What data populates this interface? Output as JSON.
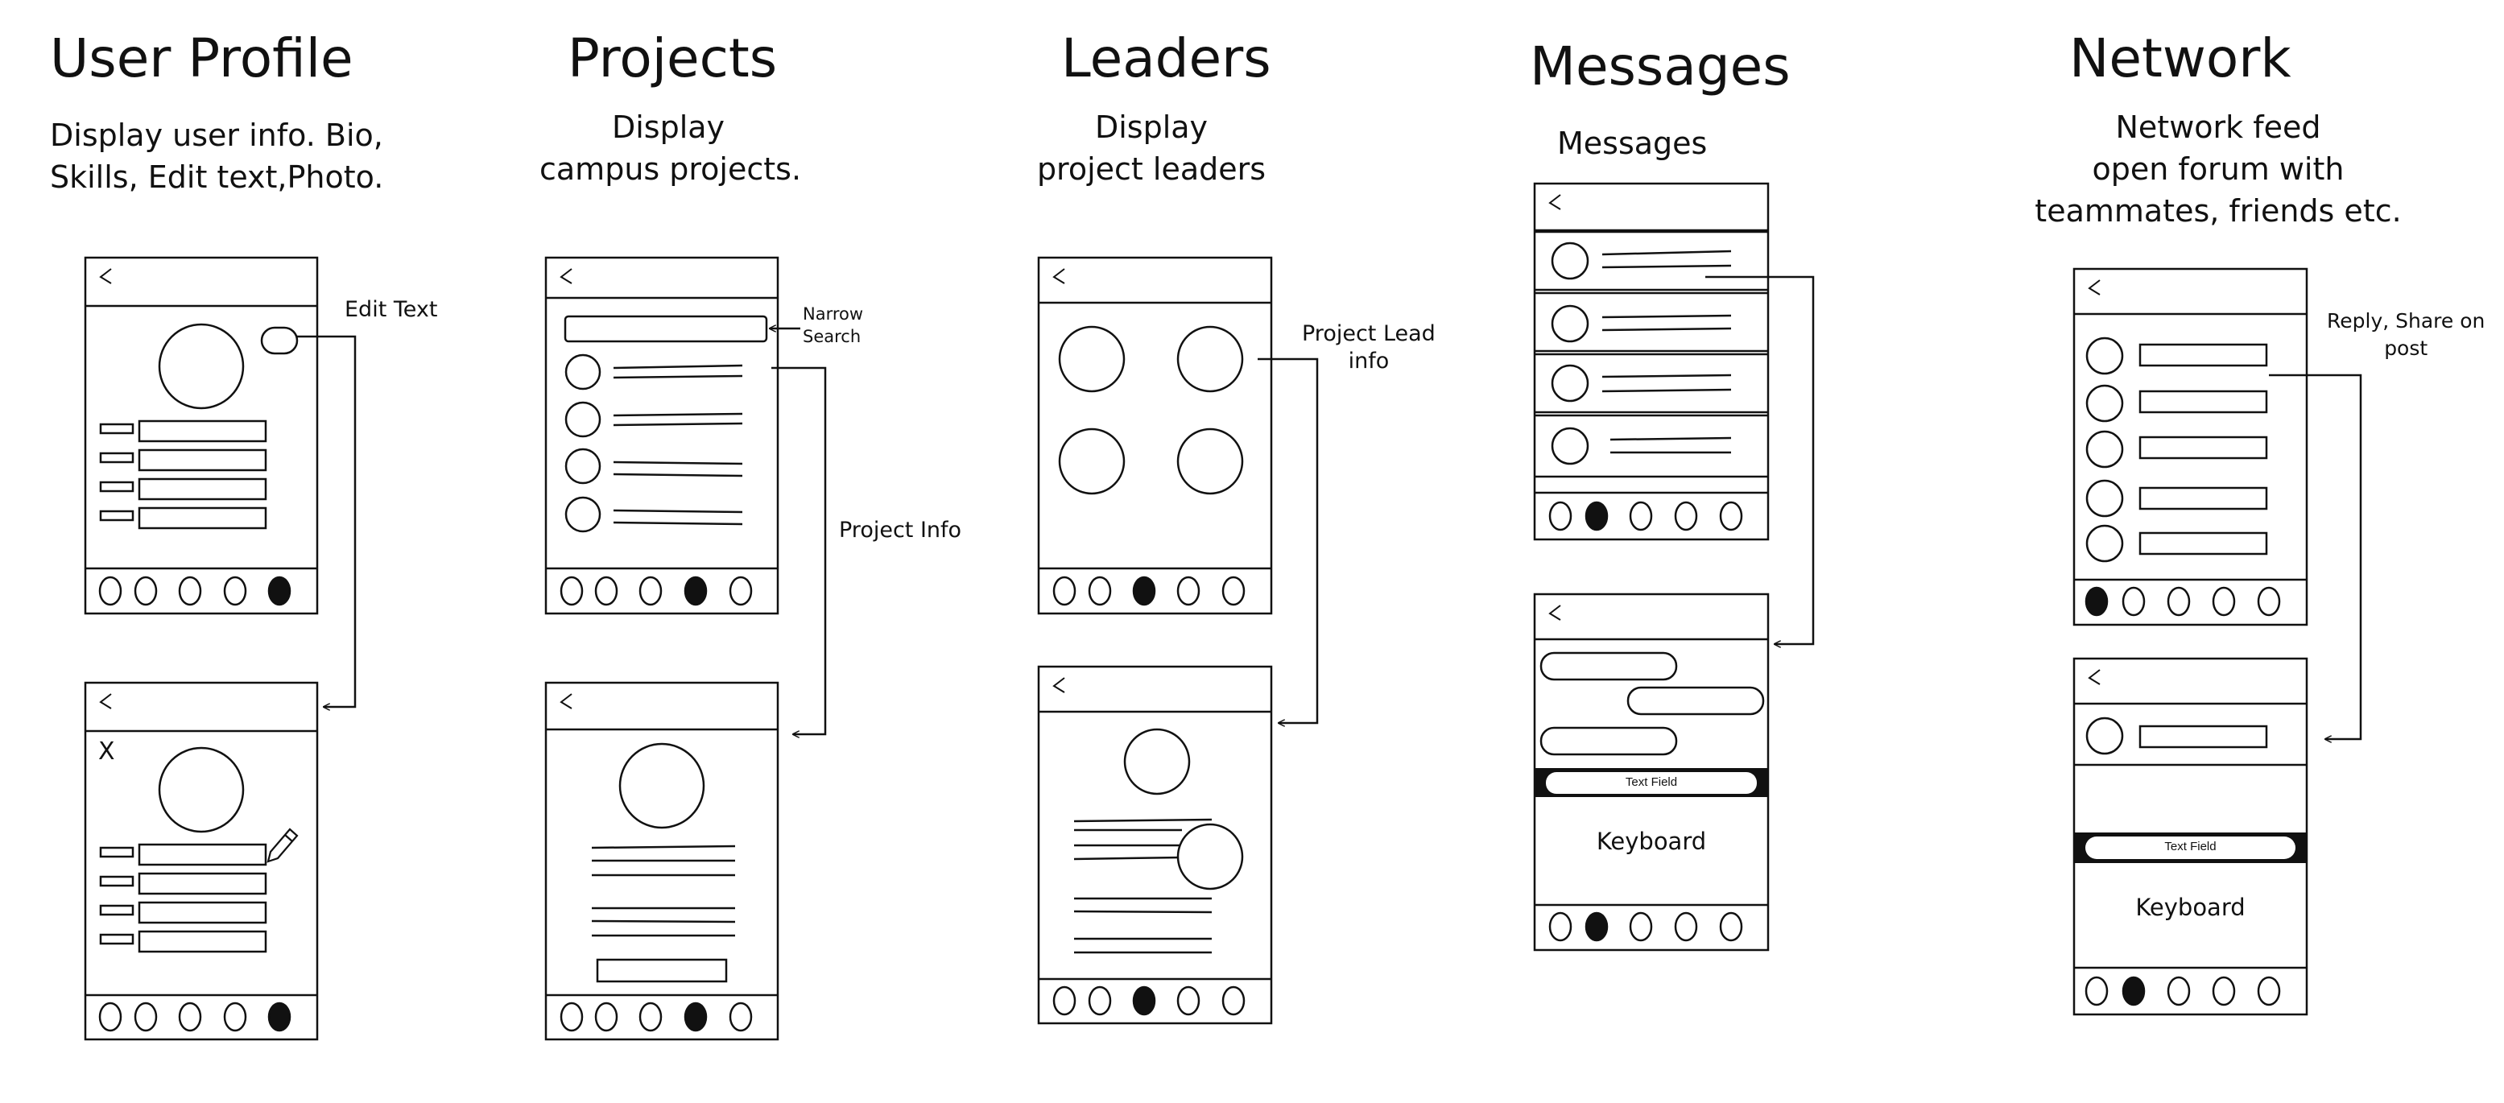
{
  "sections": {
    "profile": {
      "title": "User Profile",
      "desc": [
        "Display user info. Bio,",
        "Skills, Edit text,Photo."
      ]
    },
    "projects": {
      "title": "Projects",
      "desc": [
        "Display",
        "campus projects."
      ]
    },
    "leaders": {
      "title": "Leaders",
      "desc": [
        "Display",
        "project leaders"
      ]
    },
    "messages": {
      "title": "Messages",
      "desc": [
        "Messages"
      ]
    },
    "network": {
      "title": "Network",
      "desc": [
        "Network feed",
        "open forum with",
        "teammates, friends etc."
      ]
    }
  },
  "annotations": {
    "edit_text": "Edit Text",
    "narrow_search": [
      "Narrow",
      "Search"
    ],
    "project_info": "Project Info",
    "project_lead_info": [
      "Project Lead",
      "info"
    ],
    "reply_share": [
      "Reply, Share on",
      "post"
    ]
  },
  "ui_text": {
    "back_glyph": "<",
    "close_glyph": "X",
    "text_field": "Text Field",
    "keyboard": "Keyboard"
  },
  "colors": {
    "ink": "#111111",
    "background": "#ffffff",
    "active_tab": "#111111"
  },
  "icons": {
    "back": "chevron-left-icon",
    "close": "close-icon",
    "edit": "pencil-icon"
  }
}
